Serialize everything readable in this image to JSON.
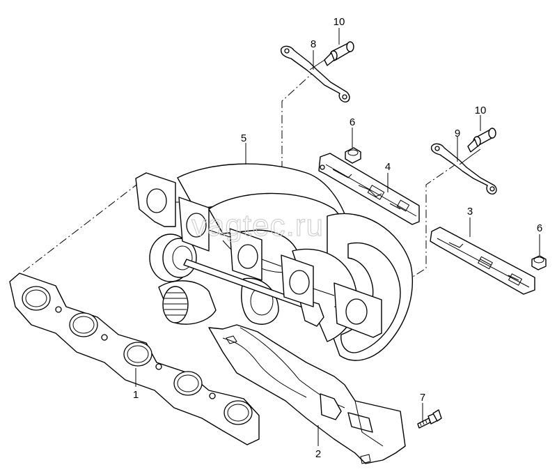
{
  "watermark": "vagtec.ru",
  "callouts": [
    "1",
    "2",
    "3",
    "4",
    "5",
    "6",
    "6",
    "7",
    "8",
    "9",
    "10",
    "10"
  ]
}
